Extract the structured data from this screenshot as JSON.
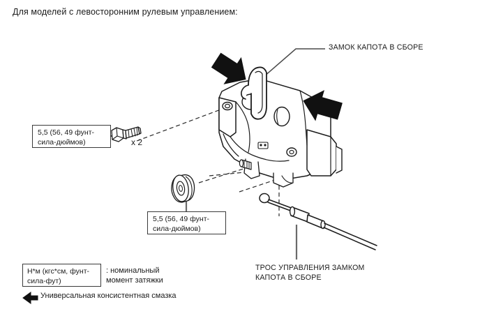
{
  "heading": "Для моделей с левосторонним рулевым управлением:",
  "callouts": {
    "bolt_torque": {
      "line1": "5,5 (56, 49 фунт-",
      "line2": "сила-дюймов)",
      "quantity": "x 2"
    },
    "washer_torque": {
      "line1": "5,5 (56, 49 фунт-",
      "line2": "сила-дюймов)"
    }
  },
  "part_labels": {
    "hood_lock_assembly": "ЗАМОК КАПОТА В СБОРЕ",
    "cable_assembly_line1": "ТРОС УПРАВЛЕНИЯ ЗАМКОМ",
    "cable_assembly_line2": "КАПОТА В СБОРЕ"
  },
  "legend": {
    "unit_box_line1": "Н*м (кгс*см, фунт-",
    "unit_box_line2": "сила-фут)",
    "unit_desc_line1": ": номинальный",
    "unit_desc_line2": "момент затяжки",
    "grease_text": "Универсальная консистентная смазка",
    "grease_icon": "left-arrow-icon"
  },
  "icons": {
    "bolt": "bolt-icon",
    "washer": "washer-icon",
    "grease_arrow_upper": "grease-arrow-icon",
    "grease_arrow_lower": "grease-arrow-icon",
    "hood_lock_body": "hood-lock-body-icon",
    "cable": "control-cable-icon"
  },
  "colors": {
    "line": "#1b1b1b",
    "leader": "#5a5a5a",
    "box_border": "#3a3a3a",
    "background": "#ffffff"
  }
}
